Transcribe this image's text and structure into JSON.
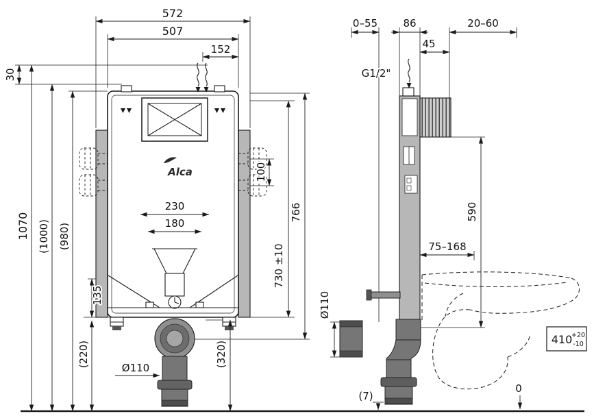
{
  "drawing": {
    "kind": "technical dimension drawing, concealed WC cistern frame, front and side view",
    "colors": {
      "line": "#1a1a1a",
      "metal_gray": "#b7b7b7",
      "pipe_dark": "#767676",
      "background": "#ffffff"
    }
  },
  "front": {
    "logo": "Alca",
    "dim_572": "572",
    "dim_507": "507",
    "dim_152": "152",
    "dim_30": "30",
    "dim_1070": "1070",
    "dim_1000": "(1000)",
    "dim_980": "(980)",
    "dim_100": "100",
    "dim_766": "766",
    "dim_730": "730 ±10",
    "dim_230": "230",
    "dim_180": "180",
    "dim_135": "135",
    "dim_220": "(220)",
    "dim_320": "(320)",
    "dim_o110": "Ø110"
  },
  "side": {
    "dim_0_55": "0–55",
    "dim_86": "86",
    "dim_20_60": "20–60",
    "dim_45": "45",
    "supply_thread": "G1/2\"",
    "dim_590": "590",
    "dim_75_168": "75–168",
    "dim_o110": "Ø110",
    "dim_410": "410",
    "dim_410_tol_plus": "+20",
    "dim_410_tol_minus": "-10",
    "dim_7": "(7)",
    "floor_level": "0"
  }
}
